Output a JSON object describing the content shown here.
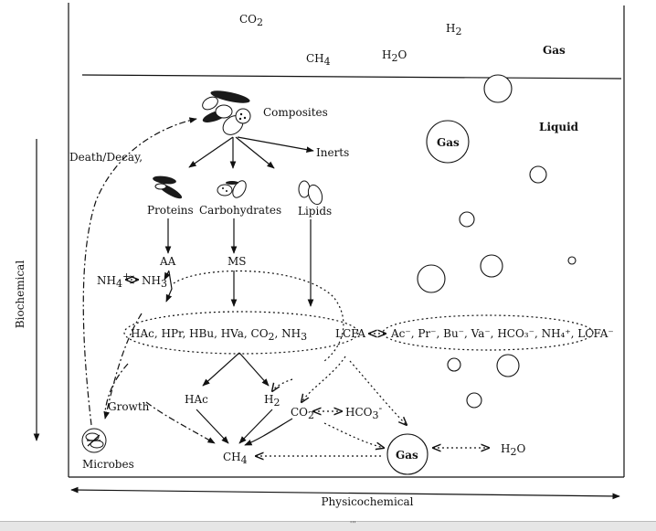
{
  "gas_phase": {
    "labels": {
      "co2": "CO",
      "h2": "H",
      "ch4": "CH",
      "h2o": "H",
      "h2o_o": "O",
      "gas": "Gas"
    },
    "subs": {
      "co2": "2",
      "h2": "2",
      "ch4": "4",
      "h2o": "2"
    }
  },
  "liquid_phase": {
    "label": "Liquid",
    "gas_bubble": "Gas"
  },
  "inputs": {
    "composites": "Composites",
    "inerts": "Inerts",
    "death_decay": "Death/Decay,",
    "proteins": "Proteins",
    "carbohydrates": "Carbohydrates",
    "lipids": "Lipids"
  },
  "intermediates": {
    "aa": "AA",
    "ms": "MS",
    "nh4": "NH",
    "nh4_sub": "4",
    "nh4_sup": "+",
    "nh3": "NH",
    "nh3_sub": "3",
    "vfa_row": "HAc, HPr, HBu, HVa, CO",
    "vfa_co2_sub": "2",
    "vfa_nh3": ", NH",
    "vfa_nh3_sub": "3",
    "lcfa": "LCFA",
    "ion_row": "Ac⁻, Pr⁻, Bu⁻, Va⁻, HCO₃⁻, NH₄⁺, LCFA⁻",
    "hac": "HAc",
    "h2": "H",
    "h2_sub": "2",
    "co2": "CO",
    "co2_sub": "2",
    "hco3": "HCO",
    "hco3_sub": "3",
    "hco3_sup": "-",
    "ch4": "CH",
    "ch4_sub": "4",
    "gas_out": "Gas",
    "h2o_out": "H",
    "h2o_out_sub": "2",
    "h2o_out_o": "O",
    "growth": "Growth",
    "microbes": "Microbes"
  },
  "axes": {
    "vertical": "Biochemical",
    "horizontal": "Physicochemical"
  },
  "footer": {
    "mark": "'''"
  }
}
